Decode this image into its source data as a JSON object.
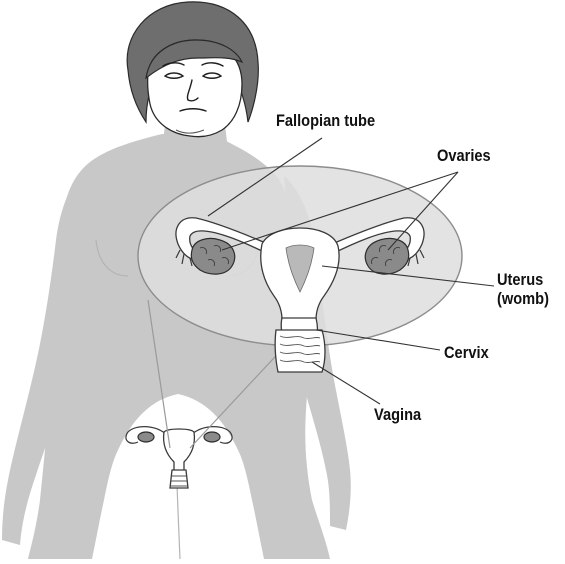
{
  "labels": {
    "fallopian_tube": "Fallopian tube",
    "ovaries": "Ovaries",
    "uterus": "Uterus",
    "womb": "(womb)",
    "cervix": "Cervix",
    "vagina": "Vagina"
  },
  "colors": {
    "body_fill": "#c8c8c8",
    "hair_fill": "#6e6e6e",
    "face_fill": "#ffffff",
    "magnifier_fill": "#dedede",
    "organ_fill": "#ffffff",
    "ovary_fill": "#8a8a8a",
    "line_color": "#333333"
  }
}
